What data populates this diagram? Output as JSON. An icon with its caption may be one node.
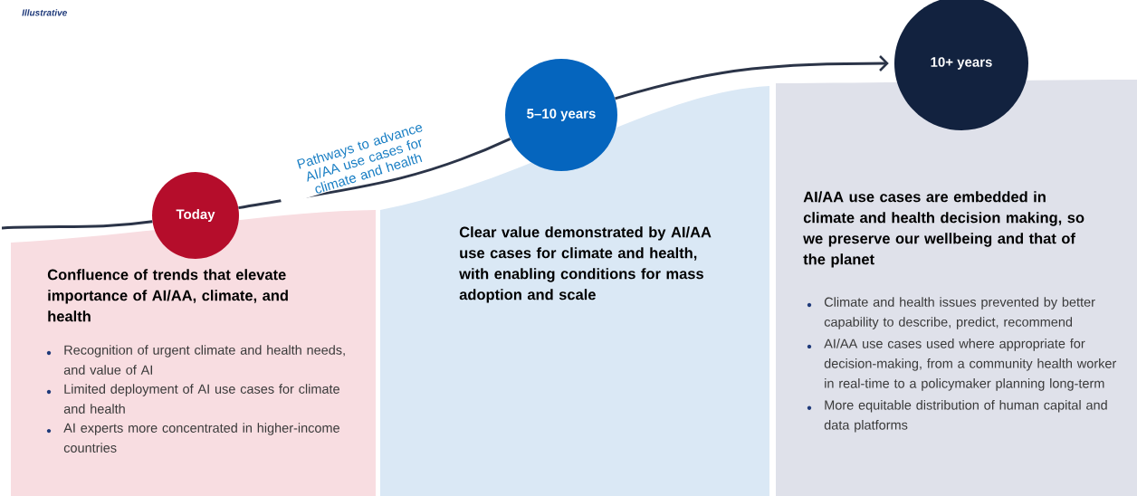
{
  "diagram": {
    "nodes": [
      {
        "text": [
          "Today"
        ]
      },
      {
        "text": [
          "5–10 years"
        ]
      },
      {
        "text": [
          "10+ years"
        ]
      },
      {
        "text": [
          "Confluence of trends that elevate importance of AI/AA, climate, and health",
          "Recognition of urgent climate and health needs, and value of AI",
          "Limited deployment of AI use cases for climate and health",
          "AI experts more concentrated in higher-income countries"
        ]
      },
      {
        "text": [
          "Clear value demonstrated by AI/AA use cases for climate and health, with enabling conditions for mass adoption and scale"
        ]
      },
      {
        "text": [
          "AI/AA use cases are embedded in climate and health decision making, so we preserve our wellbeing and that of the planet",
          "Climate and health issues prevented by better capability to describe, predict, recommend",
          "AI/AA use cases used where appropriate for decision-making, from a community health worker in real-time to a policymaker planning long-term",
          "More equitable distribution of human capital and data platforms"
        ]
      }
    ],
    "edges": [
      {
        "from": null,
        "to": 0,
        "arrow": "none"
      },
      {
        "from": 0,
        "to": 1,
        "arrow": "none",
        "label": "Pathways to advance AI/AA use cases for climate and health"
      },
      {
        "from": 1,
        "to": 2,
        "arrow": "to"
      }
    ],
    "labels": [
      "Illustrative"
    ]
  }
}
